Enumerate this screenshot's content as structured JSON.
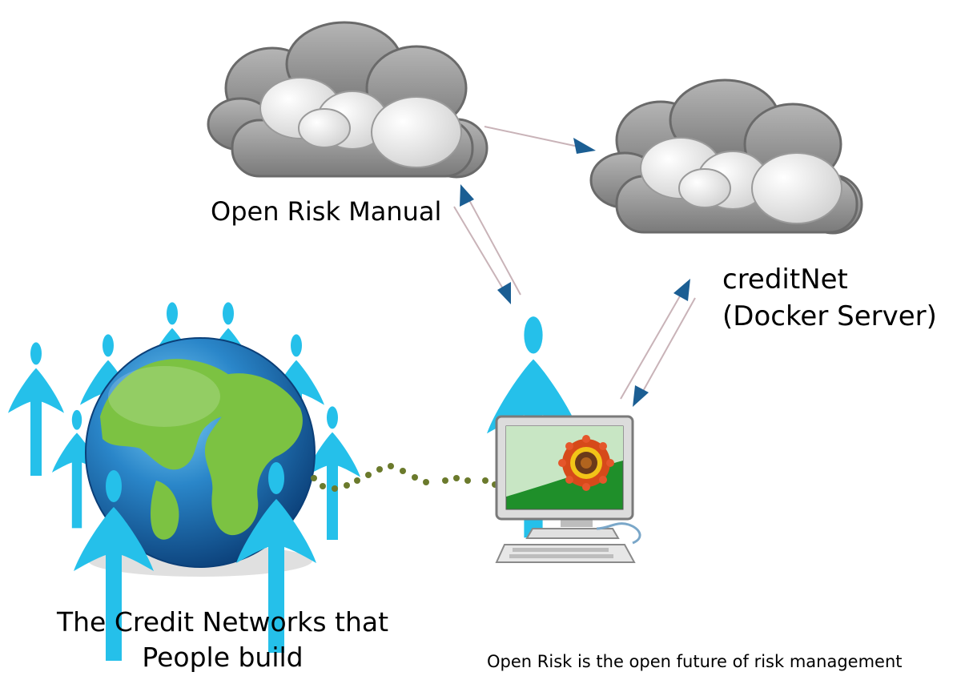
{
  "labels": {
    "open_risk_manual": "Open Risk Manual",
    "creditnet_line1": "creditNet",
    "creditnet_line2": "(Docker Server)",
    "networks_line1": "The Credit Networks that",
    "networks_line2": "People build",
    "footer": "Open Risk is the open future of risk management"
  },
  "colors": {
    "person": "#25c0ea",
    "arrow_head": "#1b5e93",
    "arrow_line": "#c9b3b8",
    "dots": "#6b7a2c",
    "cloud_dark": "#8f8f8f",
    "cloud_light": "#f1f1f1",
    "ocean": "#2a86c9",
    "land": "#7cc242",
    "monitor_frame": "#dcdcdc",
    "screen_sky": "#c8e6c4",
    "screen_grass": "#1f8f2a"
  },
  "icons": [
    "cloud-icon",
    "person-icon",
    "globe-icon",
    "computer-icon",
    "arrow-icon"
  ]
}
